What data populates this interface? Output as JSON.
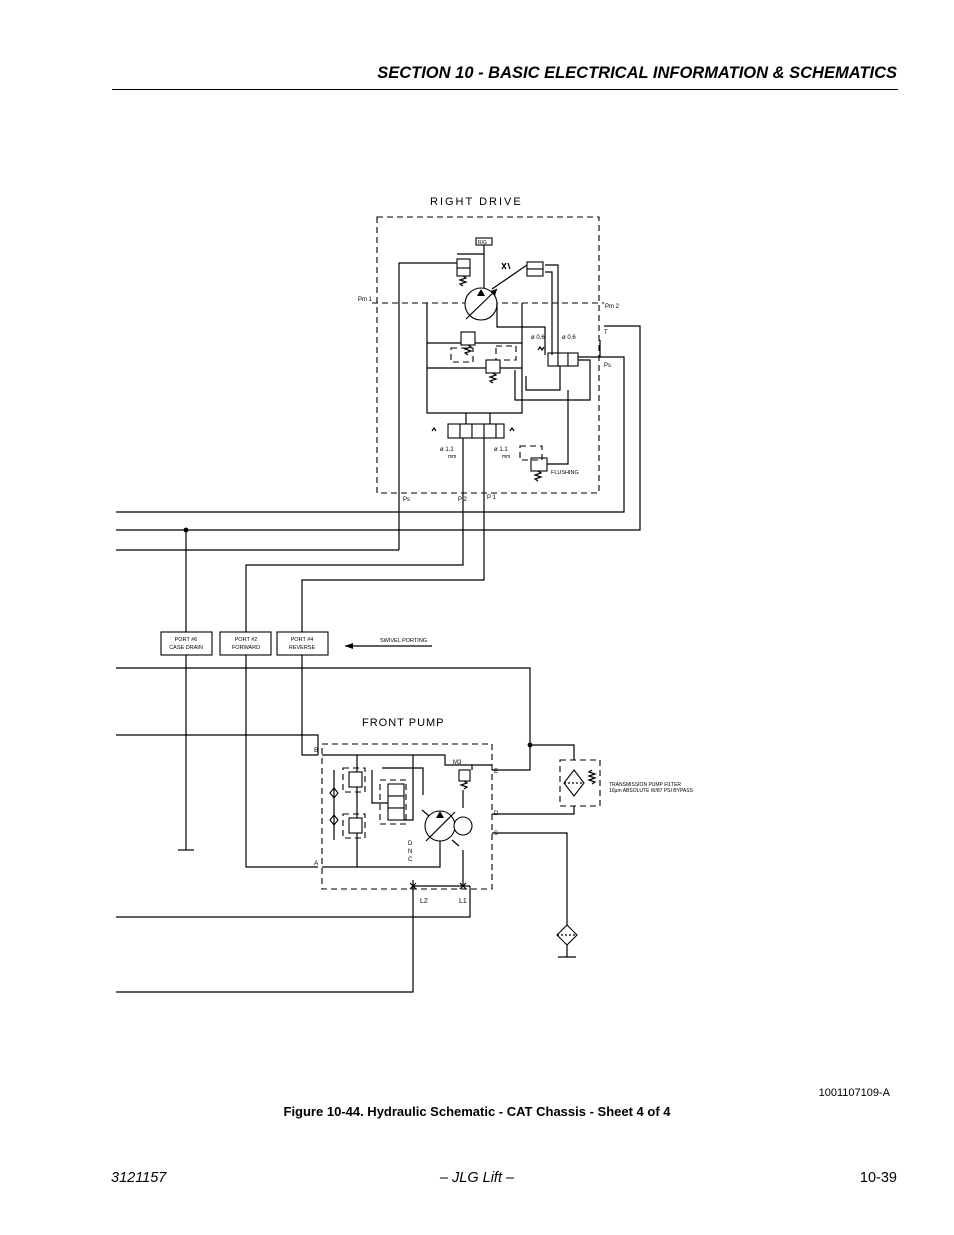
{
  "header": {
    "section_title": "SECTION 10 - BASIC ELECTRICAL INFORMATION & SCHEMATICS"
  },
  "right_drive": {
    "title": "RIGHT DRIVE",
    "valve_label": "R/G",
    "port_pm1": "Pm 1",
    "port_pm2": "Pm 2",
    "port_t": "T",
    "port_ps_right": "Ps",
    "orifice_left": "ø 0.6",
    "orifice_right": "ø 0.6",
    "orifice_bottom_left": "ø 1.1",
    "orifice_bottom_right": "ø 1.1",
    "unit_mm_left": "mm",
    "unit_mm_right": "mm",
    "flushing_label": "FLUSHING",
    "port_ps_bottom": "Ps",
    "port_p2": "P 2",
    "port_p1": "P 1"
  },
  "swivel": {
    "port6_line1": "PORT #6",
    "port6_line2": "CASE DRAIN",
    "port2_line1": "PORT #2",
    "port2_line2": "FORWARD",
    "port4_line1": "PORT #4",
    "port4_line2": "REVERSE",
    "label": "SWIVEL PORTING"
  },
  "front_pump": {
    "title": "FRONT PUMP",
    "port_b": "B",
    "port_a": "A",
    "port_m3": "M3",
    "port_e": "E",
    "port_d": "D",
    "port_s": "S",
    "letter_d": "D",
    "letter_n": "N",
    "letter_c": "C",
    "port_l2": "L2",
    "port_l1": "L1"
  },
  "filter": {
    "line1": "TRANSMISSION PUMP FILTER",
    "line2": "10µm ABSOLUTE W/87 PSI BYPASS"
  },
  "drawing_number": "1001107109-A",
  "caption": "Figure 10-44.  Hydraulic Schematic - CAT Chassis - Sheet 4 of 4",
  "footer": {
    "doc_number": "3121157",
    "publisher": "– JLG Lift –",
    "page_number": "10-39"
  }
}
